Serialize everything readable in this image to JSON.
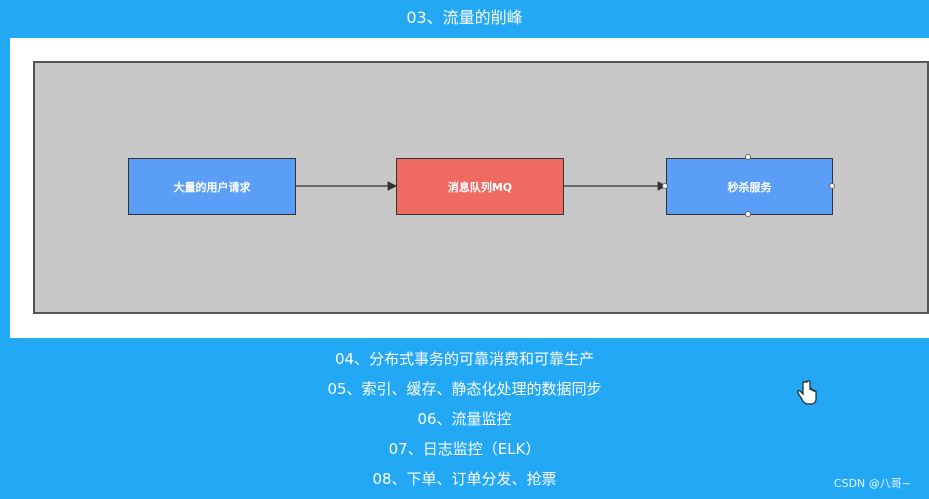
{
  "header": {
    "title": "03、流量的削峰"
  },
  "diagram": {
    "nodes": [
      {
        "id": "users",
        "label": "大量的用户请求"
      },
      {
        "id": "mq",
        "label": "消息队列MQ"
      },
      {
        "id": "seckill",
        "label": "秒杀服务"
      }
    ],
    "edges": [
      {
        "from": "users",
        "to": "mq"
      },
      {
        "from": "mq",
        "to": "seckill"
      }
    ]
  },
  "topics": [
    "04、分布式事务的可靠消费和可靠生产",
    "05、索引、缓存、静态化处理的数据同步",
    "06、流量监控",
    "07、日志监控（ELK）",
    "08、下单、订单分发、抢票"
  ],
  "watermark": "CSDN @八哥~",
  "colors": {
    "background": "#22a8f5",
    "node_blue": "#5a9ef7",
    "node_red": "#ef6b62",
    "frame_gray": "#c8c8c8"
  }
}
